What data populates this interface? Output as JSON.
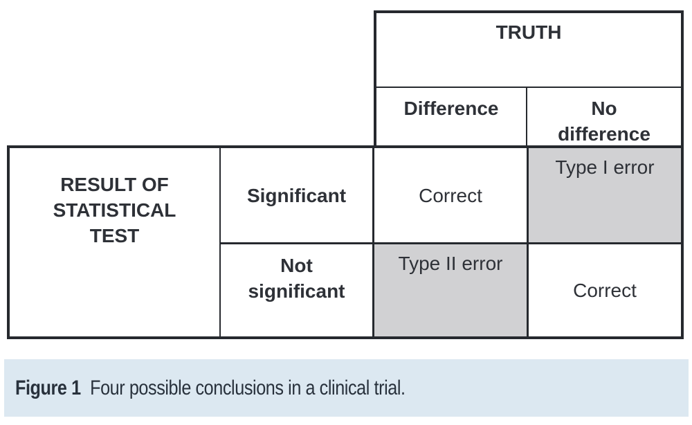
{
  "table": {
    "truth_header": "TRUTH",
    "column_headers": [
      "Difference",
      "No\ndifference"
    ],
    "row_header": "RESULT OF\nSTATISTICAL\nTEST",
    "row_labels": [
      "Significant",
      "Not\nsignificant"
    ],
    "cells": {
      "significant_difference": "Correct",
      "significant_no_difference": "Type I error",
      "not_significant_difference": "Type II error",
      "not_significant_no_difference": "Correct"
    }
  },
  "caption": {
    "label": "Figure 1",
    "text": "Four possible conclusions in a clinical trial."
  },
  "colors": {
    "border": "#26292e",
    "table_text": "#2e3137",
    "shaded_cell": "#d1d1d3",
    "caption_bg": "#dce8f1",
    "caption_text": "#28313c"
  }
}
